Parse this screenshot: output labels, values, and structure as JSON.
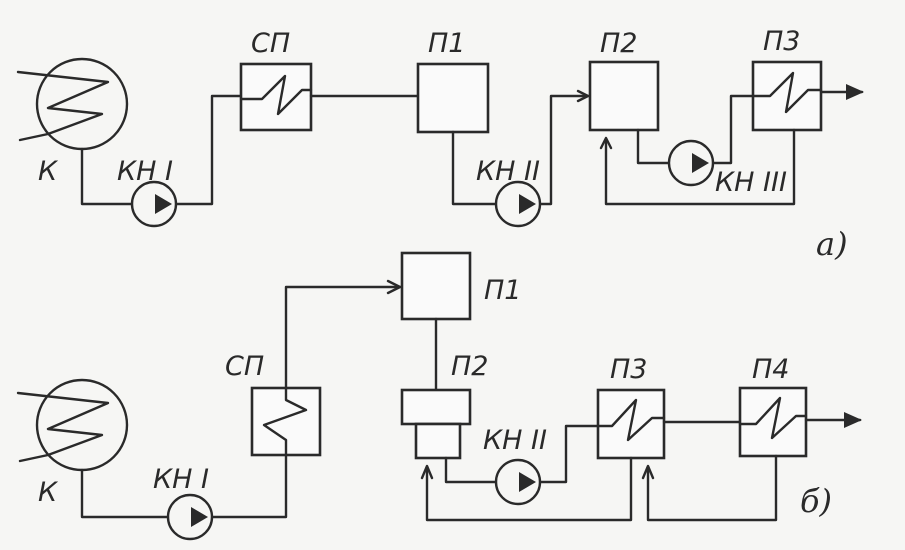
{
  "diagram_a": {
    "label_condenser": "К",
    "label_pump1": "КН I",
    "label_sp": "СП",
    "label_p1": "П1",
    "label_pump2": "КН II",
    "label_p2": "П2",
    "label_p3": "П3",
    "label_pump3": "КН III",
    "scheme_letter": "а)"
  },
  "diagram_b": {
    "label_condenser": "К",
    "label_pump1": "КН I",
    "label_sp": "СП",
    "label_p1": "П1",
    "label_p2": "П2",
    "label_pump2": "КН II",
    "label_p3": "П3",
    "label_p4": "П4",
    "scheme_letter": "б)"
  },
  "colors": {
    "line": "#2a2a2a",
    "background": "#f6f6f4"
  }
}
